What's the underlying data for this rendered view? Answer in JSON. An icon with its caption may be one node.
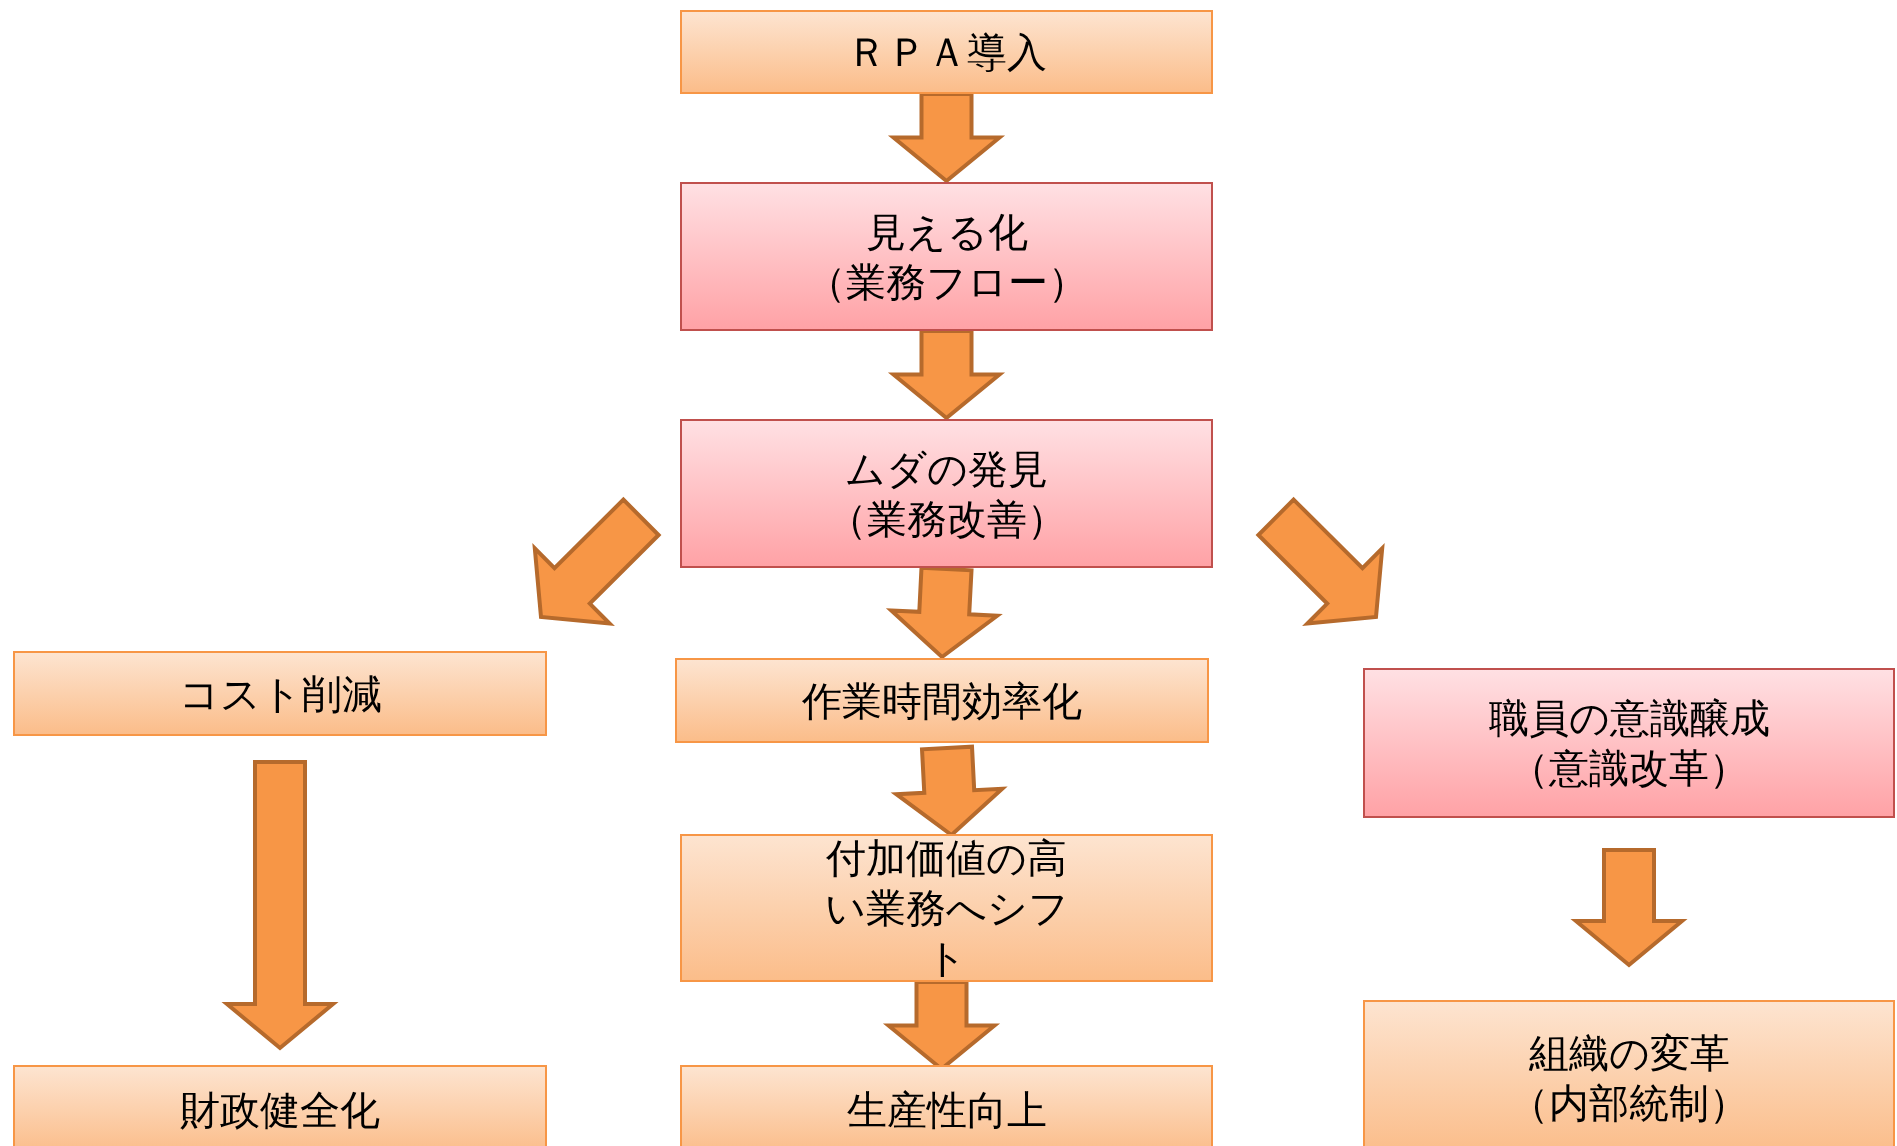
{
  "diagram": {
    "nodes": [
      {
        "text": [
          "ＲＰＡ導入"
        ]
      },
      {
        "text": [
          "見える化（業務フロー）"
        ]
      },
      {
        "text": [
          "ムダの発見（業務改善）"
        ]
      },
      {
        "text": [
          "コスト削減"
        ]
      },
      {
        "text": [
          "作業時間効率化"
        ]
      },
      {
        "text": [
          "職員の意識醸成（意識改革）"
        ]
      },
      {
        "text": [
          "財政健全化"
        ]
      },
      {
        "text": [
          "付加価値の高い業務へシフト"
        ]
      },
      {
        "text": [
          "生産性向上"
        ]
      },
      {
        "text": [
          "組織の変革（内部統制）"
        ]
      }
    ],
    "edges": [
      {
        "from": 0,
        "to": 1,
        "arrow": "to"
      },
      {
        "from": 1,
        "to": 2,
        "arrow": "to"
      },
      {
        "from": 2,
        "to": 3,
        "arrow": "to"
      },
      {
        "from": 2,
        "to": 4,
        "arrow": "to"
      },
      {
        "from": 2,
        "to": 5,
        "arrow": "to"
      },
      {
        "from": 3,
        "to": 6,
        "arrow": "to"
      },
      {
        "from": 4,
        "to": 7,
        "arrow": "to"
      },
      {
        "from": 7,
        "to": 8,
        "arrow": "to"
      },
      {
        "from": 5,
        "to": 9,
        "arrow": "to"
      }
    ]
  }
}
